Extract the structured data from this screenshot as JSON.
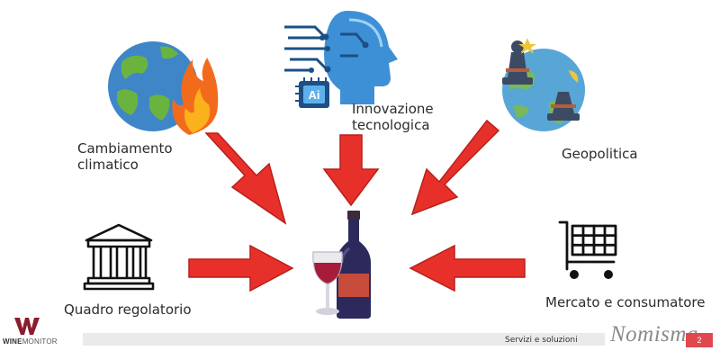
{
  "labels": {
    "climate": [
      "Cambiamento",
      "climatico"
    ],
    "tech": [
      "Innovazione",
      "tecnologica"
    ],
    "geo": "Geopolitica",
    "regulatory": "Quadro regolatorio",
    "market": "Mercato e consumatore"
  },
  "icons": {
    "climate": "earth-on-fire-icon",
    "tech": "ai-head-icon",
    "geo": "globe-geopolitics-icon",
    "regulatory": "bank-building-icon",
    "market": "shopping-cart-icon",
    "center": "wine-bottle-glass-icon"
  },
  "colors": {
    "arrow": "#e8302a",
    "arrow_stroke": "#b81f1a",
    "page_badge": "#e2474e"
  },
  "footer": {
    "services": "Servizi e soluzioni",
    "brand": "Nomisma",
    "page": "2",
    "logo_word_bold": "WINE",
    "logo_word_rest": "MONITOR"
  }
}
